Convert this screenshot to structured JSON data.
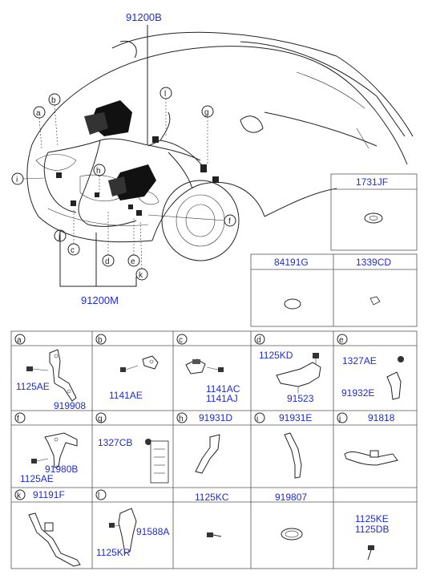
{
  "main_view": {
    "top_label": "91200B",
    "bottom_label": "91200M",
    "callouts": [
      "a",
      "b",
      "c",
      "d",
      "e",
      "f",
      "g",
      "h",
      "i",
      "j",
      "k",
      "l"
    ]
  },
  "side_boxes": {
    "b1731": "1731JF",
    "b84191": "84191G",
    "b1339": "1339CD"
  },
  "cells": {
    "a": {
      "letter": "a",
      "p1": "1125AE",
      "p2": "919908"
    },
    "b": {
      "letter": "b",
      "p1": "1141AE"
    },
    "c": {
      "letter": "c",
      "p1": "1141AC",
      "p2": "1141AJ"
    },
    "d": {
      "letter": "d",
      "p1": "1125KD",
      "p2": "91523"
    },
    "e": {
      "letter": "e",
      "p1": "1327AE",
      "p2": "91932E"
    },
    "f": {
      "letter": "f",
      "p1": "91980B",
      "p2": "1125AE"
    },
    "g": {
      "letter": "g",
      "p1": "1327CB"
    },
    "h": {
      "letter": "h",
      "header": "91931D"
    },
    "i": {
      "letter": "i",
      "header": "91931E"
    },
    "j": {
      "letter": "j",
      "header": "91818"
    },
    "k": {
      "letter": "k",
      "header": "91191F"
    },
    "l": {
      "letter": "l",
      "p1": "91588A",
      "p2": "1125KR"
    },
    "m": {
      "header": "1125KC"
    },
    "n": {
      "header": "919807"
    },
    "o": {
      "p1": "1125KE",
      "p2": "1125DB"
    }
  }
}
